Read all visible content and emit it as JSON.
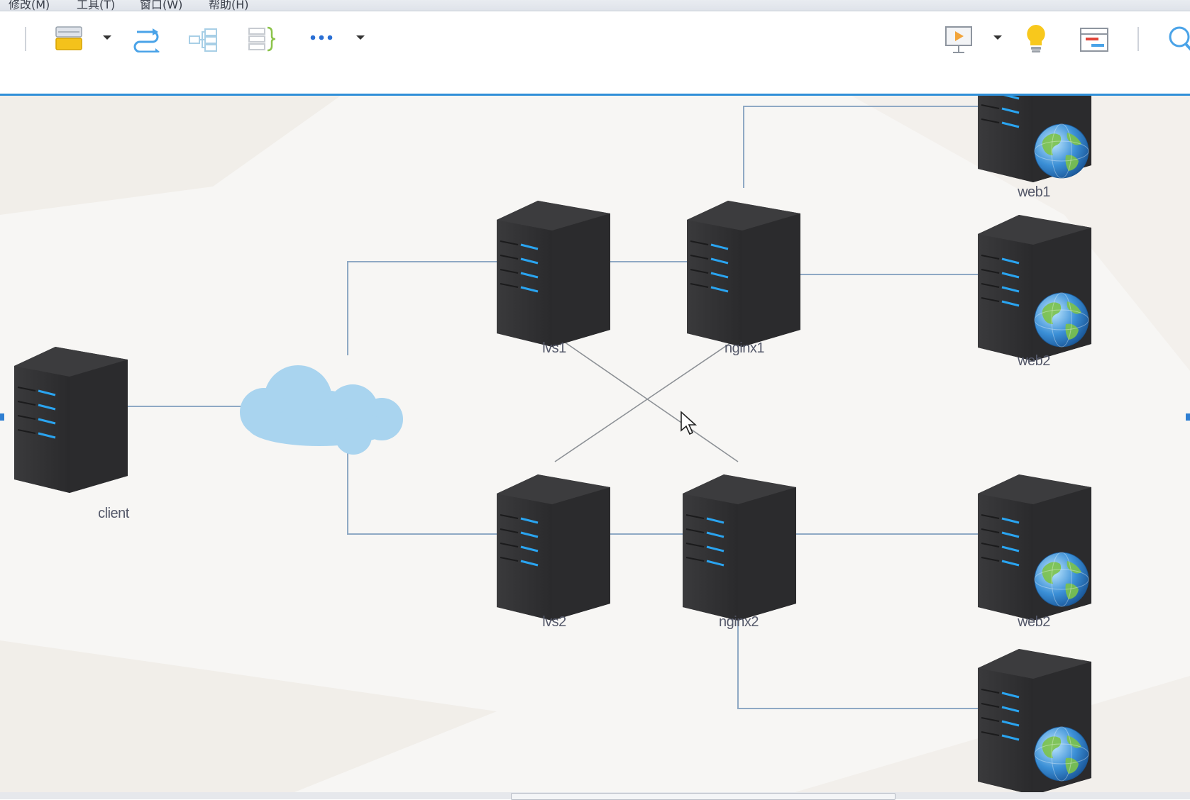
{
  "menu": {
    "items": [
      "修改(M)",
      "工具(T)",
      "窗口(W)",
      "帮助(H)"
    ]
  },
  "toolbar": {
    "tools": [
      {
        "name": "fill-style",
        "icon": "paint-fill-icon"
      },
      {
        "name": "fill-style-dropdown",
        "icon": "caret-down-icon"
      },
      {
        "name": "connector",
        "icon": "connector-icon"
      },
      {
        "name": "structure",
        "icon": "structure-icon"
      },
      {
        "name": "summary",
        "icon": "summary-brace-icon"
      },
      {
        "name": "more",
        "icon": "more-dots-icon"
      },
      {
        "name": "more-dropdown",
        "icon": "caret-down-icon"
      },
      {
        "name": "presentation",
        "icon": "presentation-icon"
      },
      {
        "name": "presentation-dropdown",
        "icon": "caret-down-icon"
      },
      {
        "name": "idea",
        "icon": "lightbulb-icon"
      },
      {
        "name": "gantt",
        "icon": "gantt-icon"
      },
      {
        "name": "search",
        "icon": "search-icon"
      }
    ]
  },
  "diagram": {
    "nodes": [
      {
        "id": "client",
        "label": "client",
        "type": "server"
      },
      {
        "id": "internet",
        "label": "",
        "type": "cloud"
      },
      {
        "id": "lvs1",
        "label": "lvs1",
        "type": "server"
      },
      {
        "id": "lvs2",
        "label": "lvs2",
        "type": "server"
      },
      {
        "id": "nginx1",
        "label": "nginx1",
        "type": "server"
      },
      {
        "id": "nginx2",
        "label": "nginx2",
        "type": "server"
      },
      {
        "id": "web1",
        "label": "web1",
        "type": "web-server"
      },
      {
        "id": "web2a",
        "label": "web2",
        "type": "web-server"
      },
      {
        "id": "web2b",
        "label": "web2",
        "type": "web-server"
      },
      {
        "id": "web4",
        "label": "",
        "type": "web-server"
      }
    ],
    "edges": [
      [
        "client",
        "internet"
      ],
      [
        "internet",
        "lvs1"
      ],
      [
        "internet",
        "lvs2"
      ],
      [
        "lvs1",
        "nginx1"
      ],
      [
        "lvs2",
        "nginx2"
      ],
      [
        "lvs1",
        "nginx2"
      ],
      [
        "lvs2",
        "nginx1"
      ],
      [
        "nginx1",
        "web1"
      ],
      [
        "nginx1",
        "web2a"
      ],
      [
        "nginx2",
        "web2b"
      ],
      [
        "nginx2",
        "web4"
      ]
    ]
  },
  "colors": {
    "accent": "#2f8fd8",
    "server_body": "#2f2f31",
    "server_led": "#2aa4f0",
    "cloud": "#a9d4ef",
    "connector_line": "#8fa9c4"
  }
}
